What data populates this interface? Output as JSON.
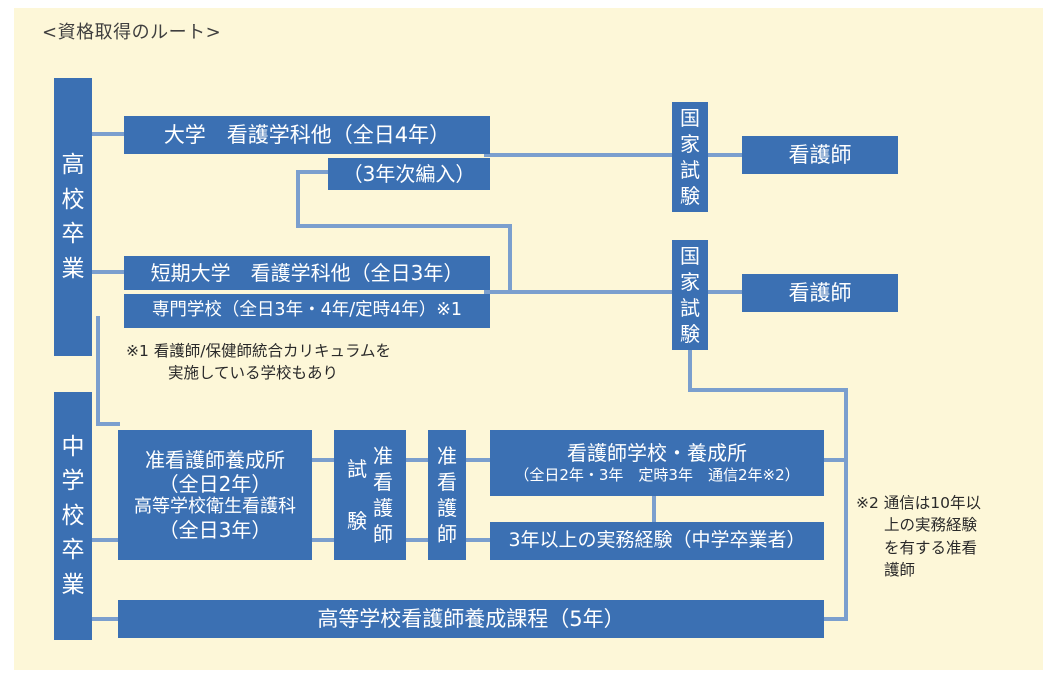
{
  "title": "<資格取得のルート>",
  "colors": {
    "box": "#3b70b3",
    "line": "#7b9fce",
    "background": "#fdf7d8",
    "text": "#ffffff"
  },
  "left_labels": {
    "high_school": [
      "高",
      "校",
      "卒",
      "業"
    ],
    "junior_high": [
      "中",
      "学",
      "校",
      "卒",
      "業"
    ]
  },
  "boxes": {
    "univ": "大学　看護学科他（全日4年）",
    "transfer": "（3年次編入）",
    "junior_college": "短期大学　看護学科他（全日3年）",
    "vocational": "専門学校（全日3年・4年/定時4年）※1",
    "nurse_top": "看護師",
    "nurse_mid": "看護師",
    "national_exam_1": [
      "国",
      "家",
      "試",
      "験"
    ],
    "national_exam_2": [
      "国",
      "家",
      "試",
      "験"
    ],
    "assoc_training": {
      "line1": "准看護師養成所",
      "line2": "（全日2年）",
      "line3": "高等学校衛生看護科",
      "line4": "（全日3年）"
    },
    "assoc_exam": {
      "col1": [
        "試",
        "",
        "験"
      ],
      "col2": [
        "准",
        "看",
        "護",
        "師"
      ]
    },
    "assoc_nurse": [
      "准",
      "看",
      "護",
      "師"
    ],
    "nurse_school": {
      "line1": "看護師学校・養成所",
      "line2": "（全日2年・3年　定時3年　通信2年※2）"
    },
    "experience": "3年以上の実務経験（中学卒業者）",
    "five_year": "高等学校看護師養成課程（5年）"
  },
  "notes": {
    "note1": [
      "※1 看護師/保健師統合カリキュラムを",
      "実施している学校もあり"
    ],
    "note2": [
      "※2 通信は10年以",
      "上の実務経験",
      "を有する准看",
      "護師"
    ]
  }
}
